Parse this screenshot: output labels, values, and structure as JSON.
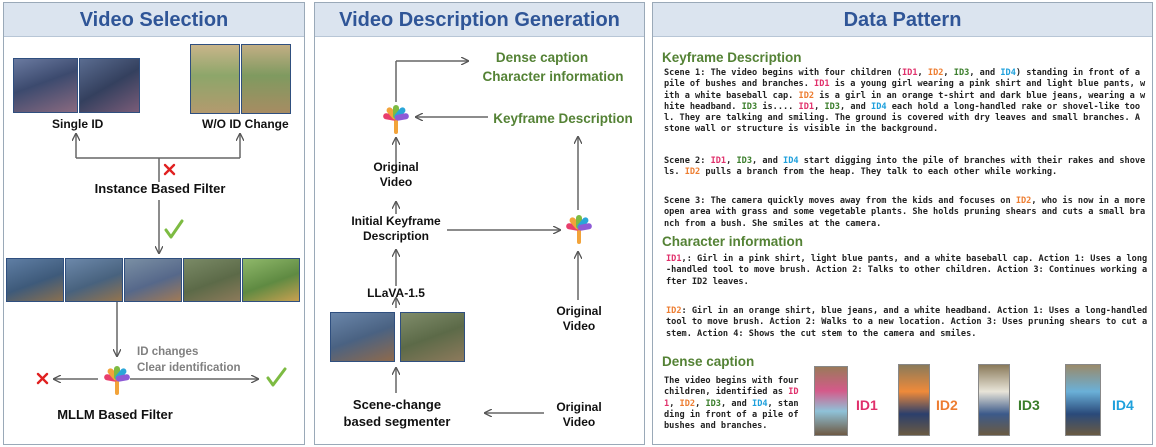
{
  "panels": {
    "selection": {
      "title": "Video Selection",
      "single_id": "Single ID",
      "wo_id_change": "W/O ID Change",
      "instance_filter": "Instance Based Filter",
      "id_changes": "ID changes",
      "clear_identification": "Clear identification",
      "mllm_filter": "MLLM Based Filter"
    },
    "generation": {
      "title": "Video Description Generation",
      "dense_caption": "Dense caption",
      "character_information": "Character information",
      "keyframe_description": "Keyframe Description",
      "original_video_top": "Original\nVideo",
      "initial_keyframe": "Initial Keyframe\nDescription",
      "llava": "LLaVA-1.5",
      "original_video_mid": "Original\nVideo",
      "scene_segmenter": "Scene-change\nbased segmenter",
      "original_video_bottom": "Original\nVideo"
    },
    "pattern": {
      "title": "Data Pattern",
      "keyframe_heading": "Keyframe Description",
      "scene1": {
        "a": "Scene 1: The video begins with four children (",
        "id1": "ID1",
        "c1": ", ",
        "id2": "ID2",
        "c2": ", ",
        "id3": "ID3",
        "c3": ", and ",
        "id4": "ID4",
        "b": ") standing in front of a pile of bushes and branches. ",
        "id1b": "ID1",
        "c": " is a young girl wearing a pink shirt and light blue pants, with a white baseball cap. ",
        "id2b": "ID2",
        "d": " is a girl in an orange t-shirt and dark blue jeans, wearing a white headband. ",
        "id3b": "ID3",
        "e": " is.... ",
        "id1c": "ID1",
        "c4": ", ",
        "id3c": "ID3",
        "c5": ", and ",
        "id4c": "ID4",
        "f": " each hold a long-handled rake or shovel-like tool. They are talking and smiling. The ground is covered with dry leaves and small branches. A stone wall or structure is visible in the background."
      },
      "scene2": {
        "a": "Scene 2: ",
        "id1": "ID1",
        "c1": ", ",
        "id3": "ID3",
        "c2": ", and ",
        "id4": "ID4",
        "b": " start digging into the pile of branches with their rakes and shovels. ",
        "id2": "ID2",
        "c": " pulls a branch from the heap. They talk to each other while working."
      },
      "scene3": {
        "a": "Scene 3: The camera quickly moves away from the kids and focuses on ",
        "id2": "ID2",
        "b": ", who is now in a more open area with grass and some vegetable plants. She holds pruning shears and cuts a small branch from a bush. She smiles at the camera."
      },
      "character_heading": "Character information",
      "char1": {
        "id": "ID1",
        "text": ",: Girl in a pink shirt, light blue pants, and a white baseball cap.   Action 1: Uses a long-handled tool to move brush.   Action 2: Talks to other children.    Action 3: Continues working after ID2 leaves."
      },
      "char2": {
        "id": "ID2",
        "text": ": Girl in an orange shirt, blue jeans, and a white headband.    Action 1: Uses a long-handled tool to move brush.     Action 2: Walks to a new location.  Action 3: Uses pruning shears to cut a stem.      Action 4: Shows the cut stem to the camera and smiles."
      },
      "dense_heading": "Dense caption",
      "dense": {
        "a": "The video begins with four children, identified as ",
        "id1": "ID1",
        "c1": ", ",
        "id2": "ID2",
        "c2": ", ",
        "id3": "ID3",
        "c3": ", and ",
        "id4": "ID4",
        "b": ", standing in front of a pile of bushes and branches."
      },
      "ids": [
        "ID1",
        "ID2",
        "ID3",
        "ID4"
      ]
    }
  },
  "colors": {
    "title_blue": "#2f5597",
    "header_bg": "#dbe4ef",
    "green": "#548235",
    "cross_red": "#e02020",
    "check_green": "#7dbb42",
    "id1": "#e0306b",
    "id2": "#ed7d31",
    "id3": "#3a7d2a",
    "id4": "#1ea0dc"
  }
}
